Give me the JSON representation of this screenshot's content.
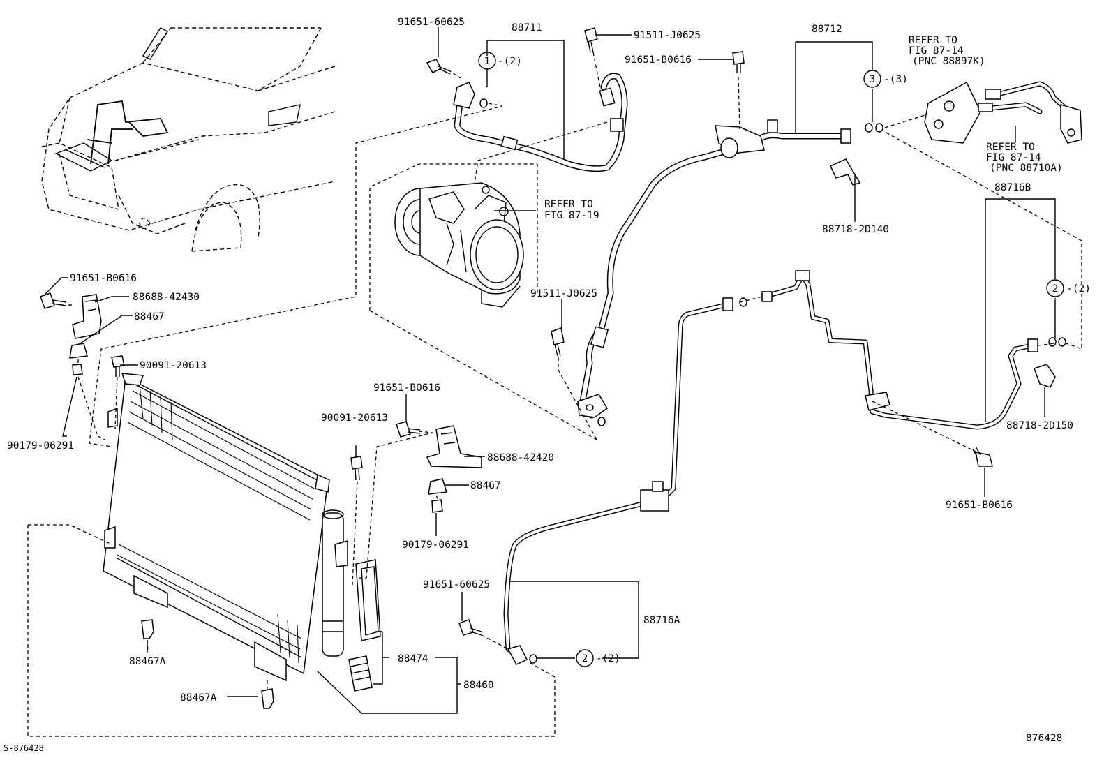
{
  "drawing": {
    "number": "876428",
    "sheet_ref": "S-876428"
  },
  "groups": {
    "g88711": "88711",
    "g88712": "88712",
    "g88716b": "88716B",
    "g88716a": "88716A",
    "g88460": "88460",
    "g88474": "88474"
  },
  "callouts": {
    "c1": "1",
    "c1_qty": "-(2)",
    "c3": "3",
    "c3_qty": "-(3)",
    "c2a": "2",
    "c2a_qty": "-(2)",
    "c2b": "2",
    "c2b_qty": "-(2)"
  },
  "parts": {
    "p_91651_60625_top": "91651-60625",
    "p_91511_j0625_top": "91511-J0625",
    "p_91651_b0616_top": "91651-B0616",
    "p_91511_j0625_mid": "91511-J0625",
    "p_88718_2d140": "88718-2D140",
    "p_91651_b0616_left": "91651-B0616",
    "p_88688_42430": "88688-42430",
    "p_88467_left": "88467",
    "p_90091_20613_left": "90091-20613",
    "p_90179_06291_left": "90179-06291",
    "p_91651_b0616_mid": "91651-B0616",
    "p_90091_20613_mid": "90091-20613",
    "p_88688_42420": "88688-42420",
    "p_88467_mid": "88467",
    "p_90179_06291_mid": "90179-06291",
    "p_88718_2d150": "88718-2D150",
    "p_91651_b0616_right": "91651-B0616",
    "p_91651_60625_bottom": "91651-60625",
    "p_88467a_upper": "88467A",
    "p_88467a_lower": "88467A"
  },
  "references": {
    "compressor_1": "REFER TO",
    "compressor_2": "FIG 87-19",
    "top_right_1": "REFER TO",
    "top_right_2": "FIG 87-14",
    "top_right_3": "(PNC 88897K)",
    "lower_right_1": "REFER TO",
    "lower_right_2": "FIG 87-14",
    "lower_right_3": "(PNC 88710A)"
  }
}
